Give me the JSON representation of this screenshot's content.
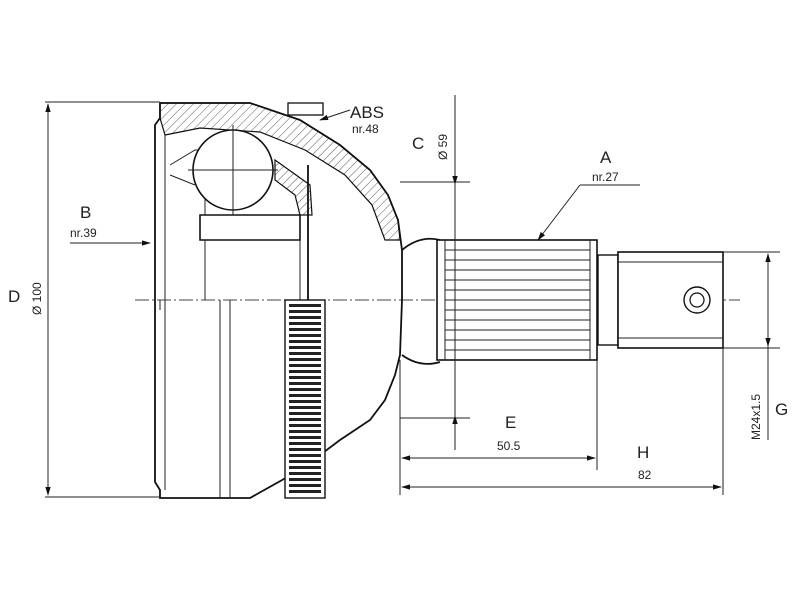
{
  "labels": {
    "abs": "ABS",
    "abs_nr": "nr.48",
    "a": "A",
    "a_nr": "nr.27",
    "b": "B",
    "b_nr": "nr.39",
    "c": "C",
    "c_val": "Ø 59",
    "d": "D",
    "d_val": "Ø 100",
    "e": "E",
    "e_val": "50.5",
    "h": "H",
    "h_val": "82",
    "g": "G",
    "g_val": "M24x1.5"
  },
  "colors": {
    "line": "#222222",
    "background": "#ffffff"
  }
}
